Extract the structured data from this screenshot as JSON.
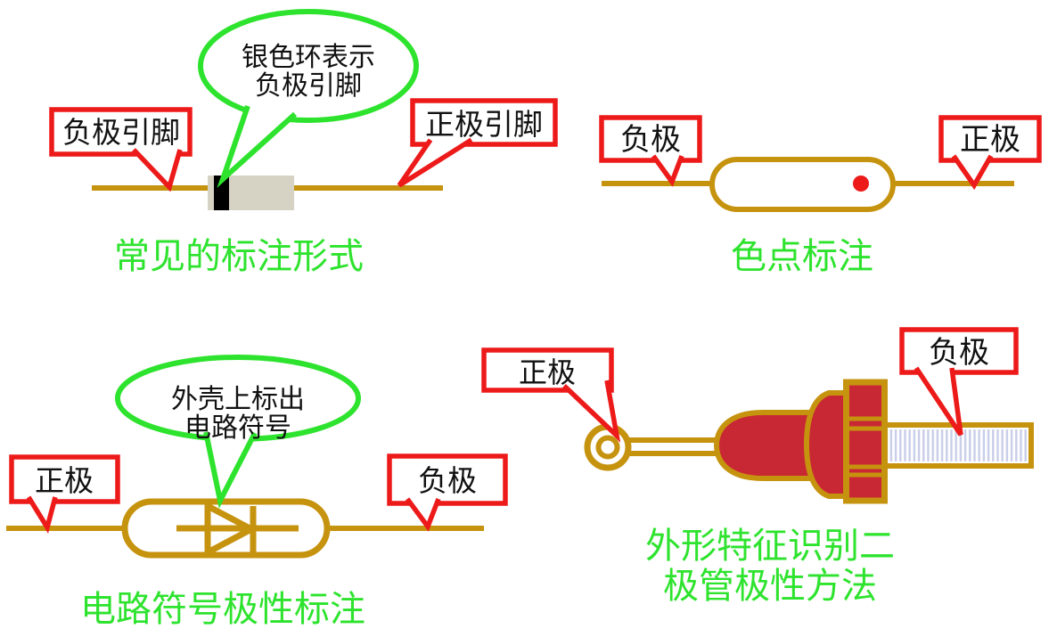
{
  "colors": {
    "background": "#ffffff",
    "callout_red": "#ed1a1a",
    "annotation_green": "#2ee32e",
    "lead_gold": "#c6930f",
    "body_beige": "#d6d3c4",
    "cathode_band_black": "#000000",
    "polarity_dot_red": "#ed1a1a",
    "stud_body_crimson": "#c82833",
    "thread_blue": "#c9cee9",
    "label_text_black": "#111111"
  },
  "panels": {
    "common_marking": {
      "caption": "常见的标注形式",
      "bubble_line1": "银色环表示",
      "bubble_line2": "负极引脚",
      "left_label": "负极引脚",
      "right_label": "正极引脚"
    },
    "dot_marking": {
      "caption": "色点标注",
      "left_label": "负极",
      "right_label": "正极"
    },
    "symbol_marking": {
      "caption": "电路符号极性标注",
      "bubble_line1": "外壳上标出",
      "bubble_line2": "电路符号",
      "left_label": "正极",
      "right_label": "负极"
    },
    "shape_method": {
      "caption_line1": "外形特征识别二",
      "caption_line2": "极管极性方法",
      "left_label": "正极",
      "right_label": "负极"
    }
  }
}
